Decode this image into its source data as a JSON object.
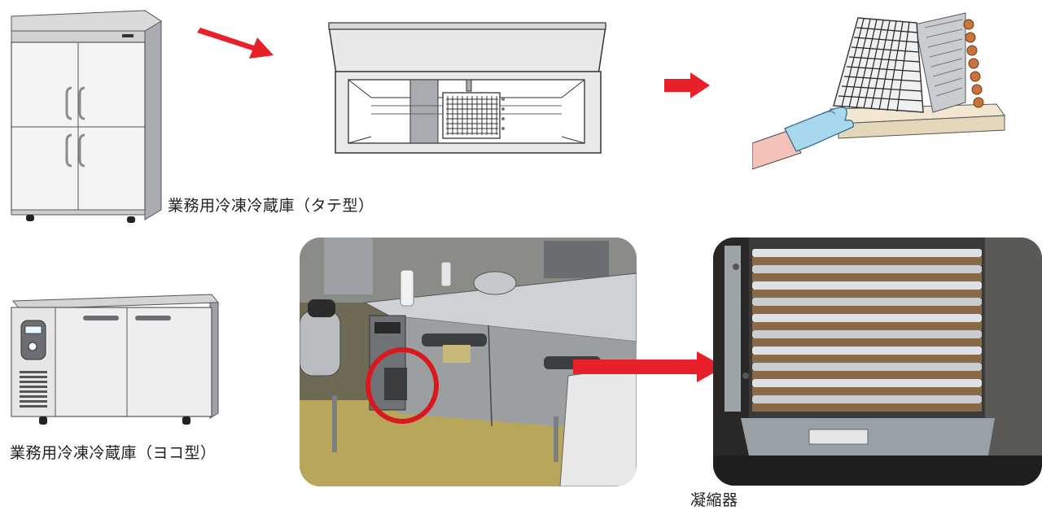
{
  "labels": {
    "vertical_fridge": "業務用冷凍冷蔵庫（タテ型）",
    "horizontal_fridge": "業務用冷凍冷蔵庫（ヨコ型）",
    "condenser": "凝縮器"
  },
  "colors": {
    "arrow": "#e8202a",
    "circle": "#d7191f"
  }
}
